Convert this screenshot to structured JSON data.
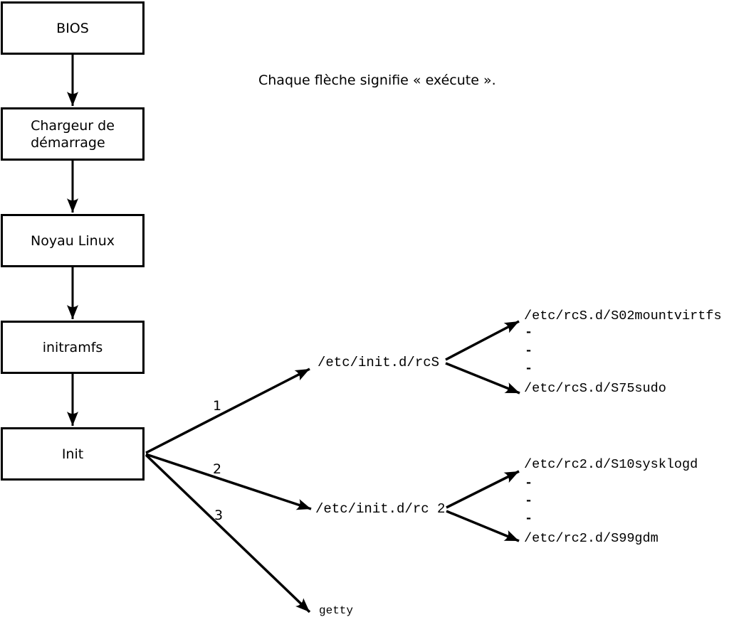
{
  "diagram": {
    "caption": "Chaque flèche signifie « exécute ».",
    "boot_chain": [
      {
        "label": "BIOS"
      },
      {
        "label": "Chargeur de\ndémarrage"
      },
      {
        "label": "Noyau Linux"
      },
      {
        "label": "initramfs"
      },
      {
        "label": "Init"
      }
    ],
    "arrow_labels": [
      "1",
      "2",
      "3"
    ],
    "rcS": {
      "path": "/etc/init.d/rcS",
      "first_script": "/etc/rcS.d/S02mountvirtfs",
      "dashes": [
        "-",
        "-",
        "-"
      ],
      "last_script": "/etc/rcS.d/S75sudo"
    },
    "rc2": {
      "path": "/etc/init.d/rc 2",
      "first_script": "/etc/rc2.d/S10sysklogd",
      "dashes": [
        "-",
        "-",
        "-"
      ],
      "last_script": "/etc/rc2.d/S99gdm"
    },
    "getty": "getty"
  },
  "colors": {
    "background": "#ffffff",
    "line": "#000000",
    "text": "#000000"
  }
}
